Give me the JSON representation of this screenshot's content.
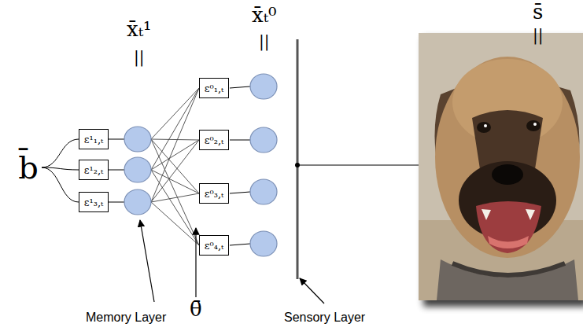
{
  "diagram": {
    "nodes": [
      {
        "text": [
          "b̄"
        ]
      },
      {
        "text": [
          "ε¹₁,ₜ"
        ]
      },
      {
        "text": [
          "ε¹₂,ₜ"
        ]
      },
      {
        "text": [
          "ε¹₃,ₜ"
        ]
      },
      {
        "text": [
          "ε⁰₁,ₜ"
        ]
      },
      {
        "text": [
          "ε⁰₂,ₜ"
        ]
      },
      {
        "text": [
          "ε⁰₃,ₜ"
        ]
      },
      {
        "text": [
          "ε⁰₄,ₜ"
        ]
      }
    ],
    "edges": [
      {
        "from": 0,
        "to": 1,
        "arrow": "none"
      },
      {
        "from": 0,
        "to": 2,
        "arrow": "none"
      },
      {
        "from": 0,
        "to": 3,
        "arrow": "none"
      }
    ],
    "labels": [
      "x̄ₜ¹",
      "||",
      "x̄ₜ⁰",
      "||",
      "s̄",
      "||",
      "Memory Layer",
      "θ̄",
      "Sensory Layer"
    ]
  }
}
